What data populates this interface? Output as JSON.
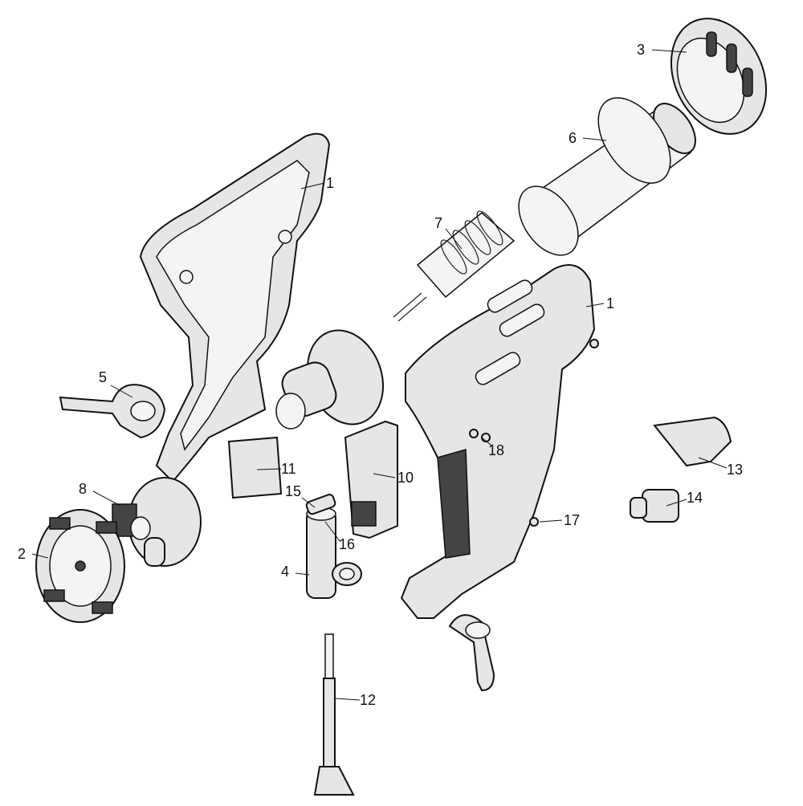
{
  "diagram": {
    "type": "exploded-parts-view",
    "callouts": [
      {
        "id": "callout-3",
        "number": "3"
      },
      {
        "id": "callout-6",
        "number": "6"
      },
      {
        "id": "callout-1-left",
        "number": "1"
      },
      {
        "id": "callout-7",
        "number": "7"
      },
      {
        "id": "callout-1-right",
        "number": "1"
      },
      {
        "id": "callout-5",
        "number": "5"
      },
      {
        "id": "callout-11",
        "number": "11"
      },
      {
        "id": "callout-10",
        "number": "10"
      },
      {
        "id": "callout-8",
        "number": "8"
      },
      {
        "id": "callout-13",
        "number": "13"
      },
      {
        "id": "callout-14",
        "number": "14"
      },
      {
        "id": "callout-15",
        "number": "15"
      },
      {
        "id": "callout-16",
        "number": "16"
      },
      {
        "id": "callout-17",
        "number": "17"
      },
      {
        "id": "callout-18",
        "number": "18"
      },
      {
        "id": "callout-2",
        "number": "2"
      },
      {
        "id": "callout-4",
        "number": "4"
      },
      {
        "id": "callout-12",
        "number": "12"
      }
    ]
  }
}
